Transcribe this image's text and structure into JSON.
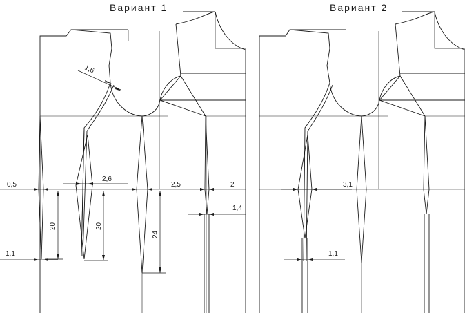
{
  "variant1": {
    "title": "Вариант 1",
    "dims": {
      "d_1_6": "1,6",
      "d_0_5": "0,5",
      "d_2_6": "2,6",
      "d_2_5": "2,5",
      "d_2": "2",
      "d_1_4": "1,4",
      "d_20a": "20",
      "d_20b": "20",
      "d_24": "24",
      "d_1_1": "1,1"
    }
  },
  "variant2": {
    "title": "Вариант 2",
    "dims": {
      "d_3_1": "3,1",
      "d_1_1": "1,1"
    }
  }
}
